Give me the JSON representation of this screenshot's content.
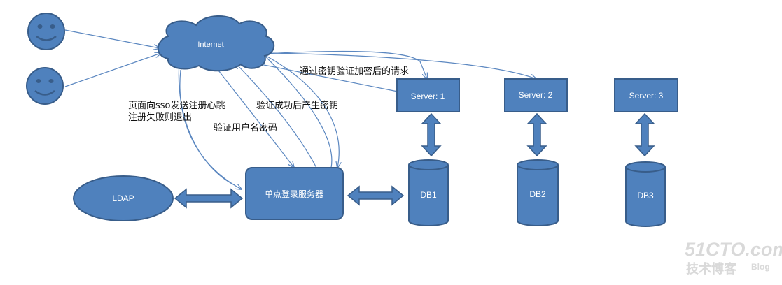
{
  "nodes": {
    "internet": "Internet",
    "ldap": "LDAP",
    "sso_server": "单点登录服务器",
    "servers": [
      "Server: 1",
      "Server: 2",
      "Server: 3"
    ],
    "databases": [
      "DB1",
      "DB2",
      "DB3"
    ]
  },
  "edge_labels": {
    "verified_request": "通过密钥验证加密后的请求",
    "heartbeat_line1": "页面向sso发送注册心跳",
    "heartbeat_line2": "注册失败则退出",
    "verify_success": "验证成功后产生密钥",
    "verify_credentials": "验证用户名密码"
  },
  "watermark": {
    "site": "51CTO.com",
    "tagline": "技术博客",
    "blog": "Blog"
  },
  "colors": {
    "shape_fill": "#4f81bd",
    "shape_stroke": "#385d8a",
    "arrow_line": "#5b87c0",
    "watermark": "#d9d9d9"
  }
}
